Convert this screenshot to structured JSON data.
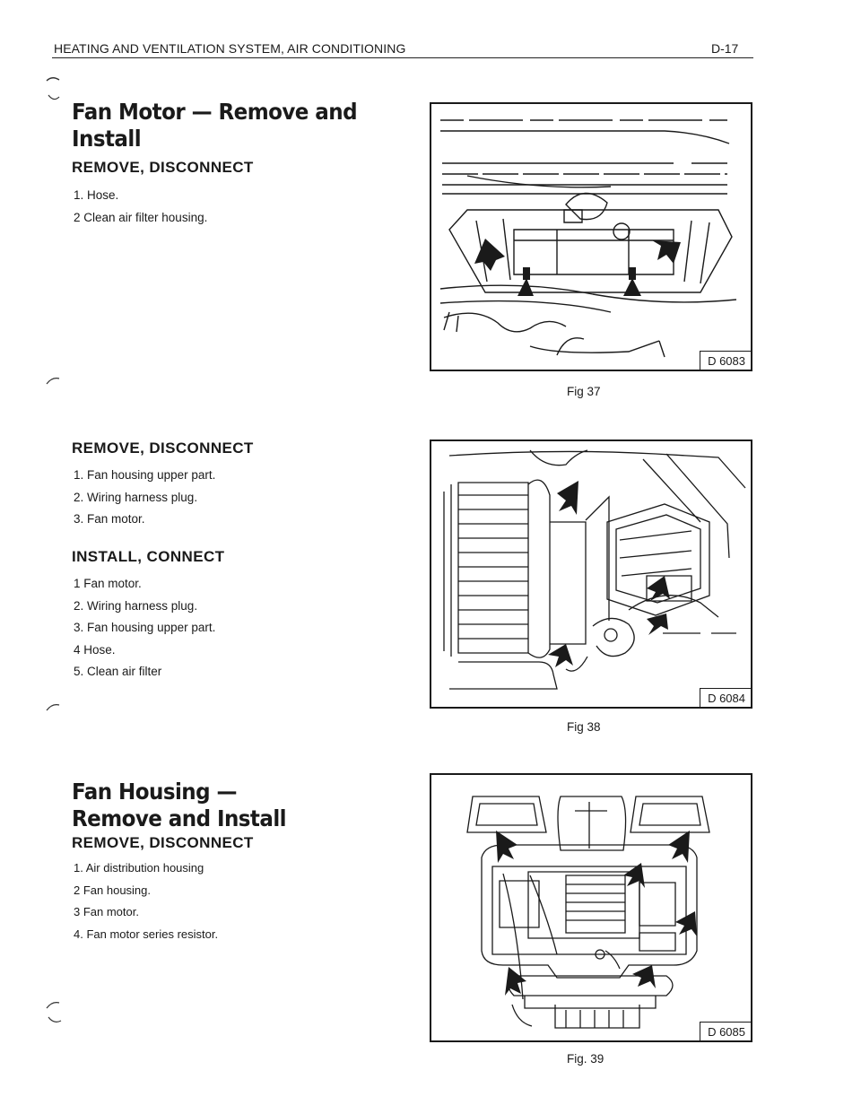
{
  "header": {
    "title": "HEATING AND VENTILATION SYSTEM, AIR CONDITIONING",
    "page": "D-17"
  },
  "section1": {
    "title_line1": "Fan Motor — Remove and",
    "title_line2": "Install",
    "remove_heading": "REMOVE, DISCONNECT",
    "remove_steps": [
      "1. Hose.",
      "2 Clean air filter housing."
    ]
  },
  "section2": {
    "remove_heading": "REMOVE, DISCONNECT",
    "remove_steps": [
      "1. Fan housing upper part.",
      "2. Wiring harness plug.",
      "3. Fan motor."
    ],
    "install_heading": "INSTALL, CONNECT",
    "install_steps": [
      "1 Fan motor.",
      "2. Wiring harness plug.",
      "3. Fan housing upper part.",
      "4 Hose.",
      "5. Clean air filter"
    ]
  },
  "section3": {
    "title_line1": "Fan Housing —",
    "title_line2": "Remove and Install",
    "remove_heading": "REMOVE, DISCONNECT",
    "remove_steps": [
      "1. Air distribution housing",
      "2 Fan housing.",
      "3 Fan motor.",
      "4. Fan motor series resistor."
    ]
  },
  "figures": [
    {
      "code": "D 6083",
      "caption": "Fig 37"
    },
    {
      "code": "D 6084",
      "caption": "Fig 38"
    },
    {
      "code": "D 6085",
      "caption": "Fig. 39"
    }
  ]
}
